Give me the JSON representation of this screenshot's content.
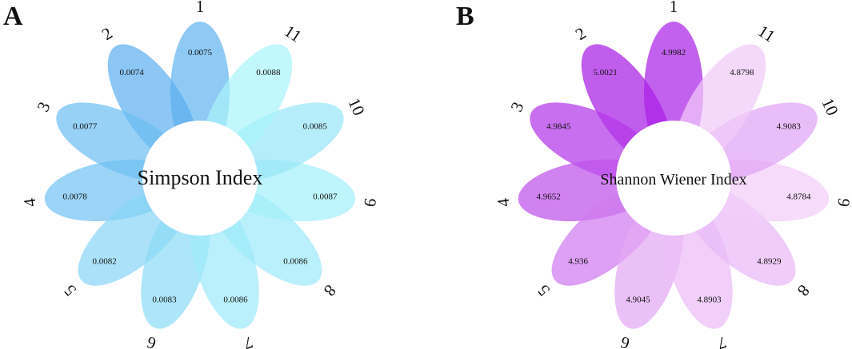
{
  "chart_data": [
    {
      "type": "flower",
      "panel_label": "A",
      "center_label": "Simpson Index",
      "categories": [
        "1",
        "2",
        "3",
        "4",
        "5",
        "6",
        "7",
        "8",
        "9",
        "10",
        "11"
      ],
      "values": [
        0.0075,
        0.0074,
        0.0077,
        0.0078,
        0.0082,
        0.0083,
        0.0086,
        0.0086,
        0.0087,
        0.0085,
        0.0088
      ],
      "value_labels": [
        "0.0075",
        "0.0074",
        "0.0077",
        "0.0078",
        "0.0082",
        "0.0083",
        "0.0086",
        "0.0086",
        "0.0087",
        "0.0085",
        "0.0088"
      ],
      "color_low": "#5aaef0",
      "color_high": "#a8f4fa",
      "petal_opacity": 0.7
    },
    {
      "type": "flower",
      "panel_label": "B",
      "center_label": "Shannon Wiener Index",
      "categories": [
        "1",
        "2",
        "3",
        "4",
        "5",
        "6",
        "7",
        "8",
        "9",
        "10",
        "11"
      ],
      "values": [
        4.9982,
        5.0021,
        4.9845,
        4.9652,
        4.936,
        4.9045,
        4.8903,
        4.8929,
        4.8784,
        4.9083,
        4.8798
      ],
      "value_labels": [
        "4.9982",
        "5.0021",
        "4.9845",
        "4.9652",
        "4.936",
        "4.9045",
        "4.8903",
        "4.8929",
        "4.8784",
        "4.9083",
        "4.8798"
      ],
      "color_low": "#a91ee6",
      "color_high": "#f2cdf8",
      "petal_opacity": 0.72
    }
  ]
}
